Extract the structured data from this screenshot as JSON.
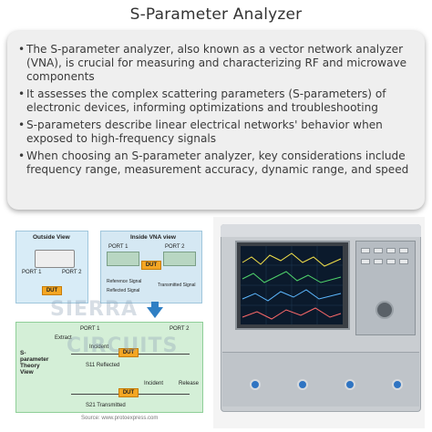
{
  "page": {
    "title": "S-Parameter Analyzer",
    "bullets": [
      "The S-parameter analyzer, also known as a vector network analyzer (VNA), is crucial for measuring and characterizing RF and microwave components",
      "It assesses the complex scattering parameters (S-parameters) of electronic devices, informing optimizations and troubleshooting",
      "S-parameters describe linear electrical networks' behavior when exposed to high-frequency signals",
      "When choosing an S-parameter analyzer, key considerations include frequency range, measurement accuracy, dynamic range, and speed"
    ]
  },
  "diagram": {
    "outside_view_label": "Outside View",
    "inside_view_label": "Inside VNA view",
    "theory_label": "S-parameter Theory View",
    "port1": "PORT 1",
    "port2": "PORT 2",
    "dut": "DUT",
    "incident": "Incident",
    "reflected": "Reflected",
    "transmitted": "Transmitted",
    "extract": "Extract",
    "release": "Release",
    "s11": "S11 Reflected",
    "s21": "S21 Transmitted",
    "reference_signal": "Reference Signal",
    "reflected_signal": "Reflected Signal",
    "transmitted_signal": "Transmitted Signal",
    "watermark_1": "SIERRA",
    "watermark_2": "CIRCUITS",
    "source": "Source: www.protoexpress.com"
  },
  "colors": {
    "card_bg": "#efefef",
    "outside_box": "#d8ecf7",
    "theory_box": "#d4efd7",
    "dut": "#f4a623",
    "arrow": "#2f7fc4",
    "port_blue": "#2f74c2"
  }
}
